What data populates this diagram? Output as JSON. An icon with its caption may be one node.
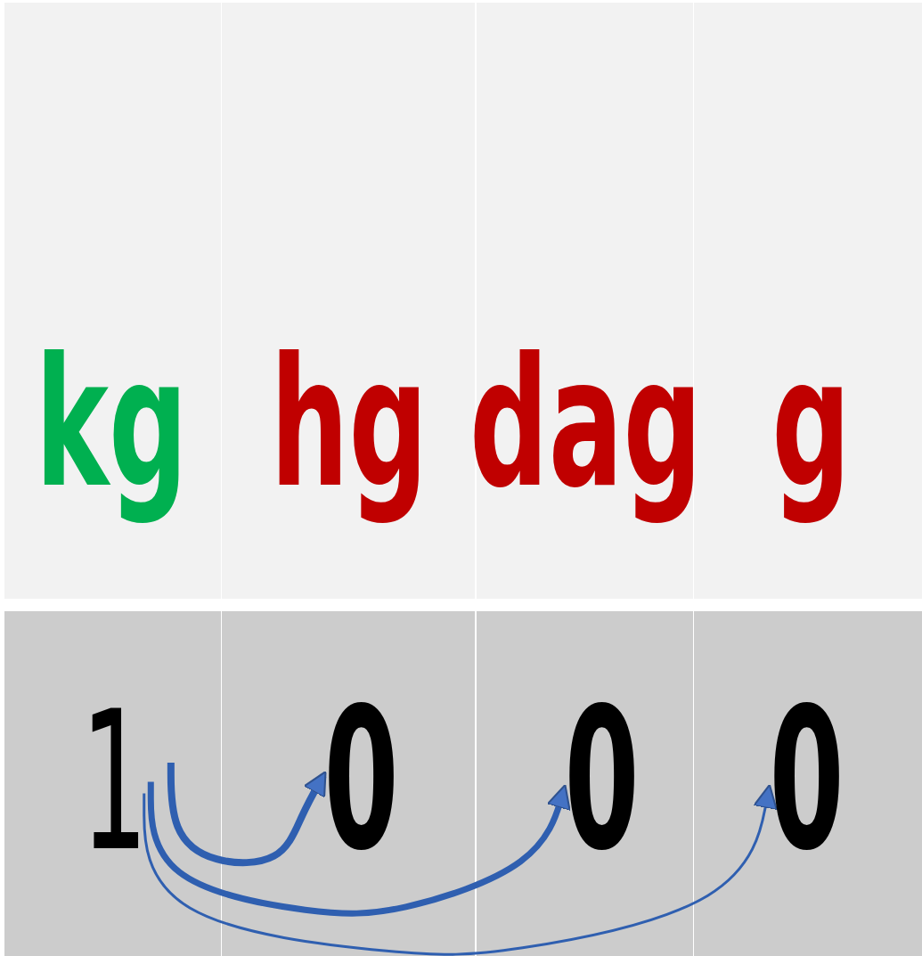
{
  "diagram": {
    "nodes": [
      {
        "text": [
          "kg"
        ]
      },
      {
        "text": [
          "hg"
        ]
      },
      {
        "text": [
          "dag"
        ]
      },
      {
        "text": [
          "g"
        ]
      },
      {
        "text": [
          "1"
        ]
      },
      {
        "text": [
          "0"
        ]
      },
      {
        "text": [
          "0"
        ]
      },
      {
        "text": [
          "0"
        ]
      }
    ],
    "edges": [
      {
        "from": 4,
        "to": 5,
        "arrow": "to"
      },
      {
        "from": 4,
        "to": 6,
        "arrow": "to"
      },
      {
        "from": 4,
        "to": 7,
        "arrow": "to"
      }
    ]
  }
}
